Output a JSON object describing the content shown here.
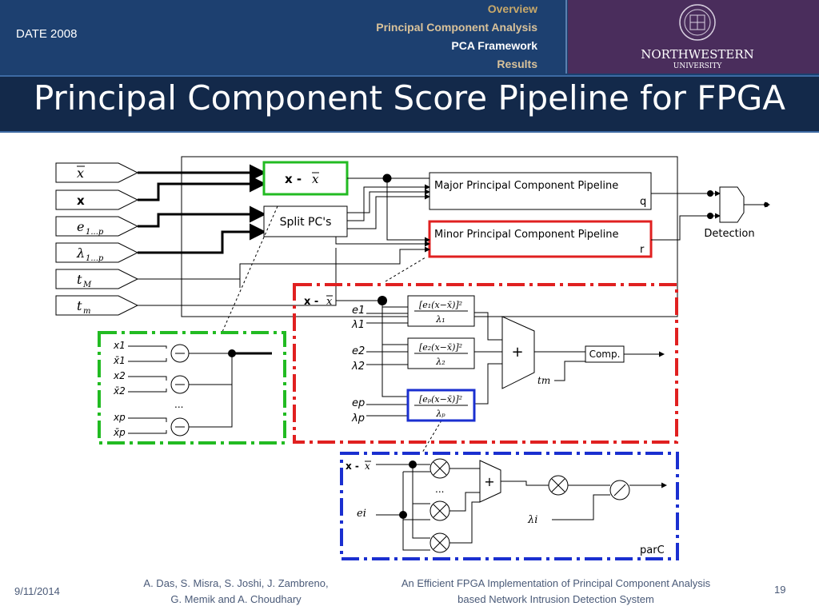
{
  "header": {
    "date": "DATE 2008",
    "nav": [
      "Overview",
      "Principal Component Analysis",
      "PCA Framework",
      "Results"
    ],
    "university": "NORTHWESTERN",
    "university_sub": "UNIVERSITY"
  },
  "title": "Principal Component Score Pipeline for FPGA",
  "diagram": {
    "inputs": [
      "x̄",
      "x",
      "e1...p",
      "λ1...p",
      "tM",
      "tm"
    ],
    "input_main": [
      "x",
      "x",
      "e",
      "λ",
      "t",
      "t"
    ],
    "input_sub": [
      "",
      "",
      "1...p",
      "1...p",
      "M",
      "m"
    ],
    "sub_label": "x - x̄",
    "sub_label_main": "x - ",
    "sub_label_bar": "x",
    "split_label": "Split PC's",
    "major_label": "Major Principal Component Pipeline",
    "major_out": "q",
    "minor_label": "Minor Principal Component Pipeline",
    "minor_out": "r",
    "detection": "Detection",
    "green_inputs": [
      "x1",
      "x̄1",
      "x2",
      "x̄2",
      "...",
      "xp",
      "x̄p"
    ],
    "red_terms": [
      "[e1(x-x̄)]² / λ1",
      "[e2(x-x̄)]² / λ2",
      "[ep(x-x̄)]² / λp"
    ],
    "red_labels": [
      "e1",
      "λ1",
      "e2",
      "λ2",
      "ep",
      "λp"
    ],
    "comp": "Comp.",
    "tm": "tm",
    "parc": "parC",
    "ei": "ei",
    "lambda_i": "λi",
    "ellipsis": "..."
  },
  "footer": {
    "date": "9/11/2014",
    "authors_1": "A. Das, S. Misra, S. Joshi, J. Zambreno,",
    "authors_2": "G. Memik and A. Choudhary",
    "paper_1": "An Efficient FPGA Implementation of Principal Component Analysis",
    "paper_2": "based Network Intrusion Detection System",
    "page": "19"
  },
  "colors": {
    "green": "#22bb22",
    "red": "#e02020",
    "blue": "#1a2fd0",
    "header": "#1d4070",
    "purple": "#4a2d5c"
  }
}
